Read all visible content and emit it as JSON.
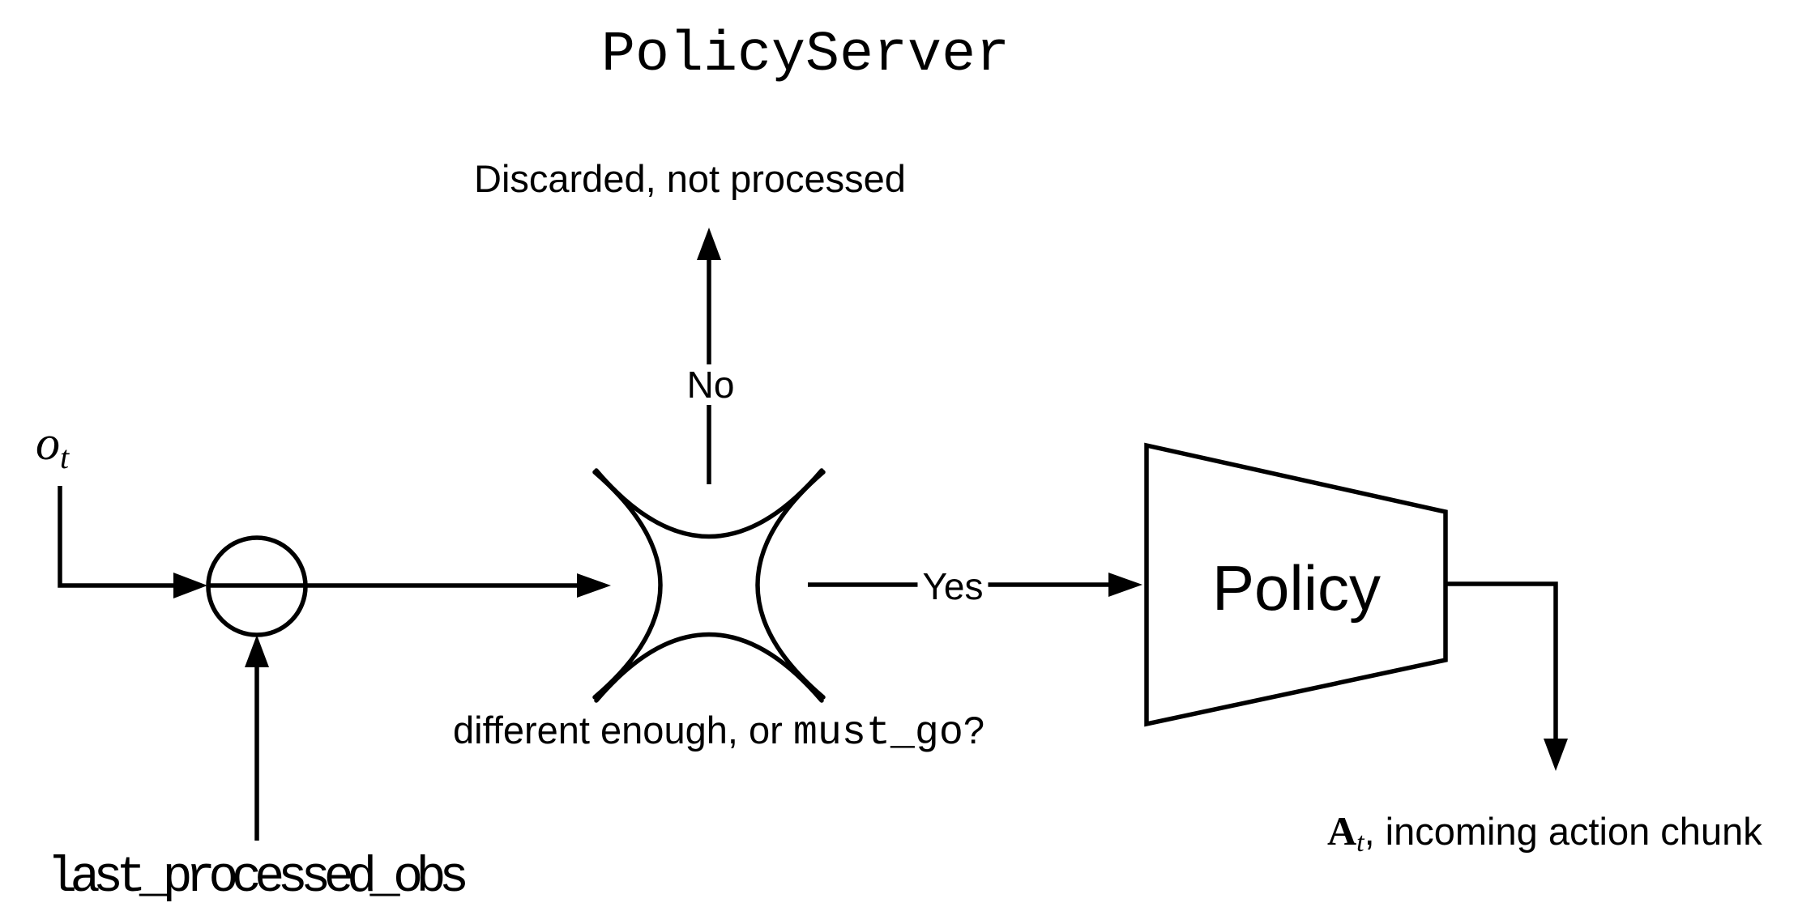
{
  "diagram": {
    "title": "PolicyServer",
    "colors": {
      "ink": "#000000",
      "background": "#ffffff"
    },
    "observation_label": {
      "var": "o",
      "sub": "t"
    },
    "comparison": {
      "incoming_memory_label": "last_processed_obs"
    },
    "decision": {
      "question_prefix": "different enough, or ",
      "question_code": "must_go",
      "question_suffix": "?",
      "no_branch": {
        "label": "No",
        "outcome": "Discarded, not processed"
      },
      "yes_branch": {
        "label": "Yes"
      }
    },
    "policy_block": {
      "label": "Policy"
    },
    "output_label": {
      "var": "A",
      "sub": "t",
      "suffix": ", incoming action chunk"
    }
  }
}
